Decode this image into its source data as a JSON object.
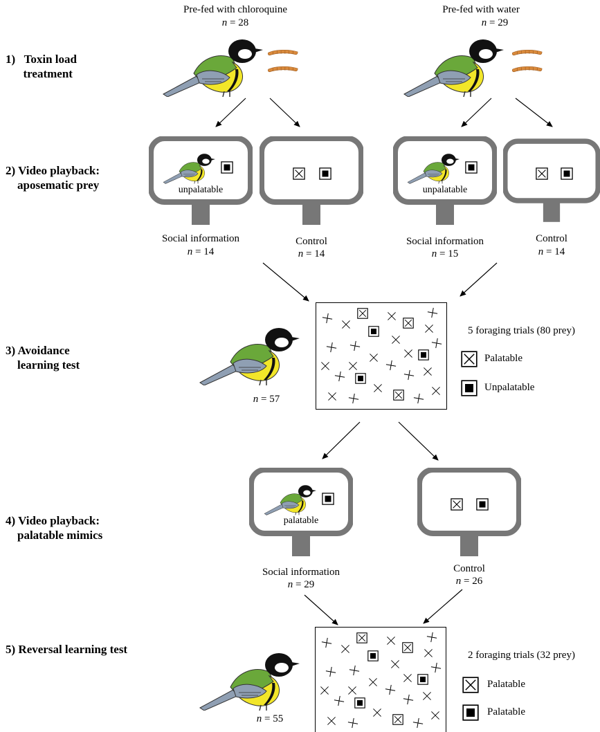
{
  "treatments": [
    {
      "label": "Pre-fed with chloroquine",
      "n_label": "n",
      "n_value": "= 28"
    },
    {
      "label": "Pre-fed with water",
      "n_label": "n",
      "n_value": "= 29"
    }
  ],
  "steps": [
    {
      "label": "1)   Toxin load\n      treatment"
    },
    {
      "label": "2) Video playback:\n    aposematic prey"
    },
    {
      "label": "3) Avoidance\n    learning test"
    },
    {
      "label": "4) Video playback:\n    palatable mimics"
    },
    {
      "label": "5) Reversal learning test"
    }
  ],
  "playback1": {
    "screens": [
      {
        "screen_text": "unpalatable",
        "caption": "Social information",
        "n_label": "n",
        "n_value": "= 14"
      },
      {
        "screen_text": "",
        "caption": "Control",
        "n_label": "n",
        "n_value": "= 14"
      },
      {
        "screen_text": "unpalatable",
        "caption": "Social information",
        "n_label": "n",
        "n_value": "= 15"
      },
      {
        "screen_text": "",
        "caption": "Control",
        "n_label": "n",
        "n_value": "= 14"
      }
    ]
  },
  "test1": {
    "n_label": "n",
    "n_value": "= 57",
    "trials_text": "5 foraging trials (80 prey)",
    "legend": [
      {
        "icon": "cross-prey-icon",
        "label": "Palatable"
      },
      {
        "icon": "filled-square-prey-icon",
        "label": "Unpalatable"
      }
    ]
  },
  "playback2": {
    "screens": [
      {
        "screen_text": "palatable",
        "caption": "Social information",
        "n_label": "n",
        "n_value": "= 29"
      },
      {
        "screen_text": "",
        "caption": "Control",
        "n_label": "n",
        "n_value": "= 26"
      }
    ]
  },
  "test2": {
    "n_label": "n",
    "n_value": "= 55",
    "trials_text": "2 foraging trials (32 prey)",
    "legend": [
      {
        "icon": "cross-prey-icon",
        "label": "Palatable"
      },
      {
        "icon": "filled-square-prey-icon",
        "label": "Palatable"
      }
    ]
  },
  "colors": {
    "tv_frame": "#777777",
    "bird_green": "#6aa83a",
    "bird_yellow": "#f2e629",
    "bird_blue": "#8f9fb3",
    "worm": "#d98a3c"
  }
}
